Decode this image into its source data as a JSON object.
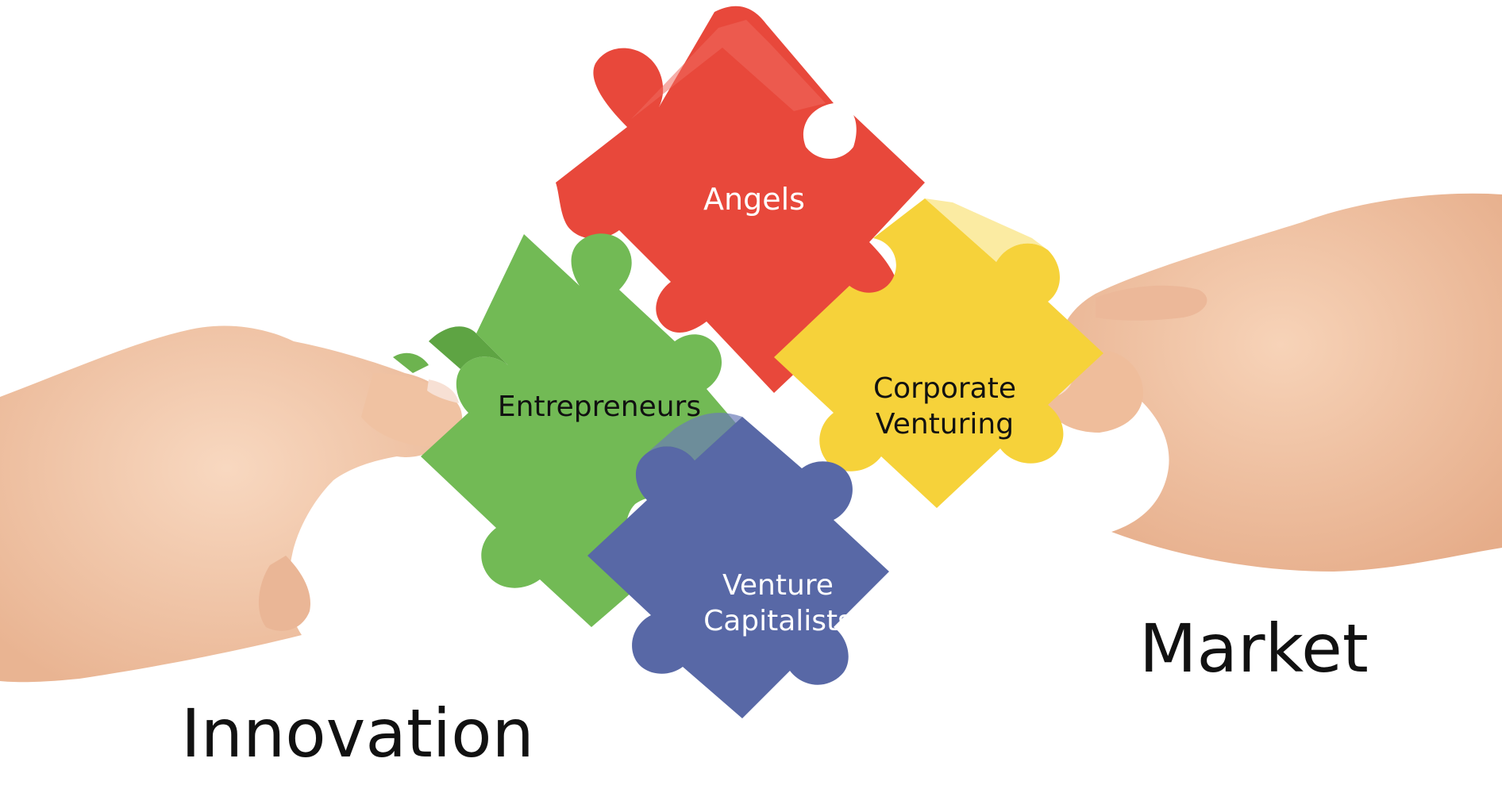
{
  "pieces": {
    "angels": {
      "label": "Angels",
      "color": "#e8483b"
    },
    "entrepreneurs": {
      "label": "Entrepreneurs",
      "color": "#72ba55"
    },
    "corporate_venturing": {
      "label": "Corporate\nVenturing",
      "color": "#f6d23a"
    },
    "venture_capitalists": {
      "label": "Venture\nCapitalists",
      "color": "#5868a6"
    }
  },
  "labels": {
    "market": "Market",
    "innovation": "Innovation"
  },
  "colors": {
    "background": "#ffffff",
    "skin": "#f3c8a8",
    "text_dark": "#111111",
    "text_light": "#ffffff"
  }
}
